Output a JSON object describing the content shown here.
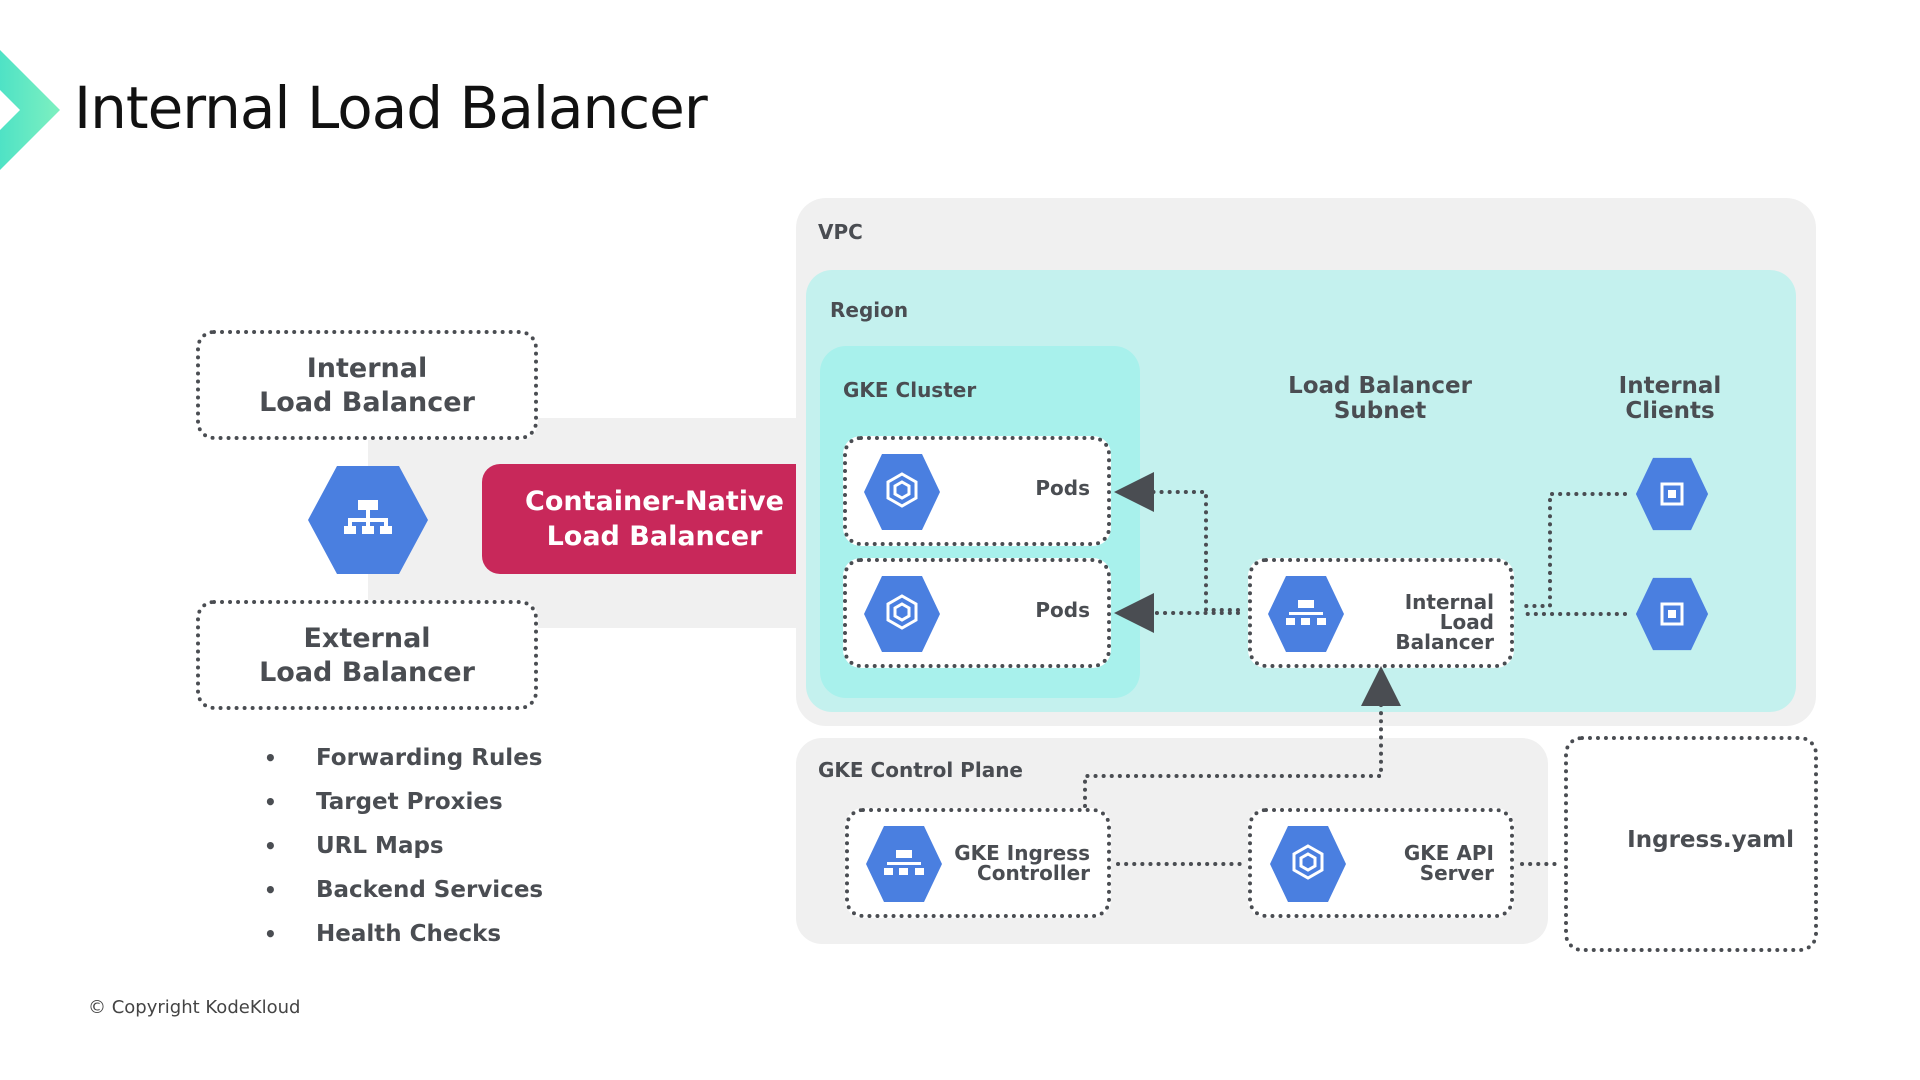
{
  "title": "Internal Load Balancer",
  "left": {
    "internal_lb": [
      "Internal",
      "Load Balancer"
    ],
    "external_lb": [
      "External",
      "Load Balancer"
    ],
    "container_native_lb": [
      "Container-Native",
      "Load Balancer"
    ],
    "components": [
      "Forwarding Rules",
      "Target Proxies",
      "URL Maps",
      "Backend Services",
      "Health Checks"
    ]
  },
  "vpc": {
    "label": "VPC",
    "region": {
      "label": "Region",
      "gke_cluster": {
        "label": "GKE Cluster",
        "pods": [
          "Pods",
          "Pods"
        ]
      },
      "lb_subnet": {
        "label": [
          "Load Balancer",
          "Subnet"
        ],
        "internal_lb": [
          "Internal",
          "Load Balancer"
        ]
      },
      "internal_clients": {
        "label": [
          "Internal",
          "Clients"
        ]
      }
    }
  },
  "control_plane": {
    "label": "GKE Control Plane",
    "ingress_controller": [
      "GKE Ingress",
      "Controller"
    ],
    "api_server": [
      "GKE API",
      "Server"
    ]
  },
  "ingress_file": "Ingress.yaml",
  "copyright": "© Copyright KodeKloud",
  "colors": {
    "accent_teal": "#3ee0c4",
    "gcp_blue": "#4a7fe0",
    "cnlb_red": "#c8285a",
    "region_bg": "#c4f1ee",
    "cluster_bg": "#a8f1ec"
  }
}
